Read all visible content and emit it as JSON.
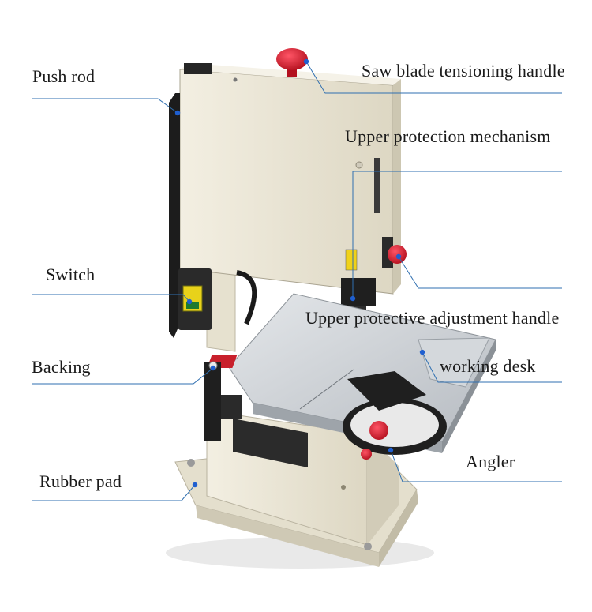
{
  "labels": {
    "push_rod": "Push rod",
    "switch": "Switch",
    "backing": "Backing",
    "rubber_pad": "Rubber pad",
    "tensioning_handle": "Saw blade tensioning handle",
    "upper_protection": "Upper protection mechanism",
    "adjustment_handle": "Upper protective adjustment handle",
    "working_desk": "working desk",
    "angler": "Angler"
  },
  "colors": {
    "leader_line": "#2f6fb0",
    "leader_dot": "#1f5fd0",
    "body_cream": "#ece7d6",
    "handle_red": "#d7182a",
    "table_aluminum": "#c9cdd2"
  }
}
